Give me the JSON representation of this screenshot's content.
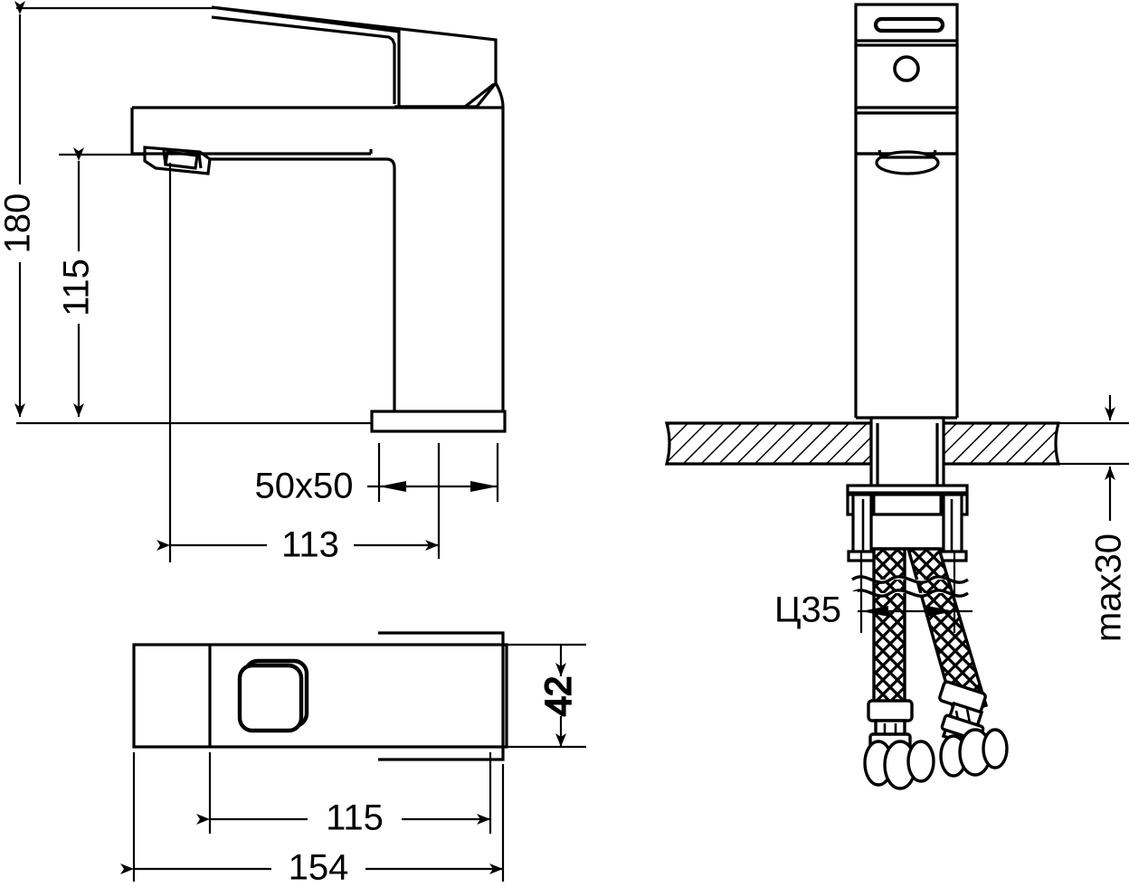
{
  "drawing": {
    "title": "Single-lever basin mixer tap — technical dimension drawing",
    "line_color": "#000000",
    "background_color": "#ffffff",
    "hatch_color": "#000000",
    "units": "mm",
    "views": [
      {
        "name": "side-elevation",
        "label": ""
      },
      {
        "name": "front-elevation-with-countertop",
        "label": ""
      },
      {
        "name": "top-plan-view",
        "label": ""
      }
    ]
  },
  "dimensions": {
    "overall_height": "180",
    "spout_height": "115",
    "body_section": "50x50",
    "spout_reach": "113",
    "plan_width": "42",
    "plan_length_inner": "115",
    "plan_length_total": "154",
    "hole_diameter": "Ц35",
    "countertop_thickness": "max30"
  },
  "labels": {
    "dim_180": "180",
    "dim_115_vertical": "115",
    "dim_50x50": "50x50",
    "dim_113": "113",
    "dim_42": "42",
    "dim_115_plan": "115",
    "dim_154": "154",
    "dim_phi35": "Ц35",
    "dim_max30": "max30"
  }
}
